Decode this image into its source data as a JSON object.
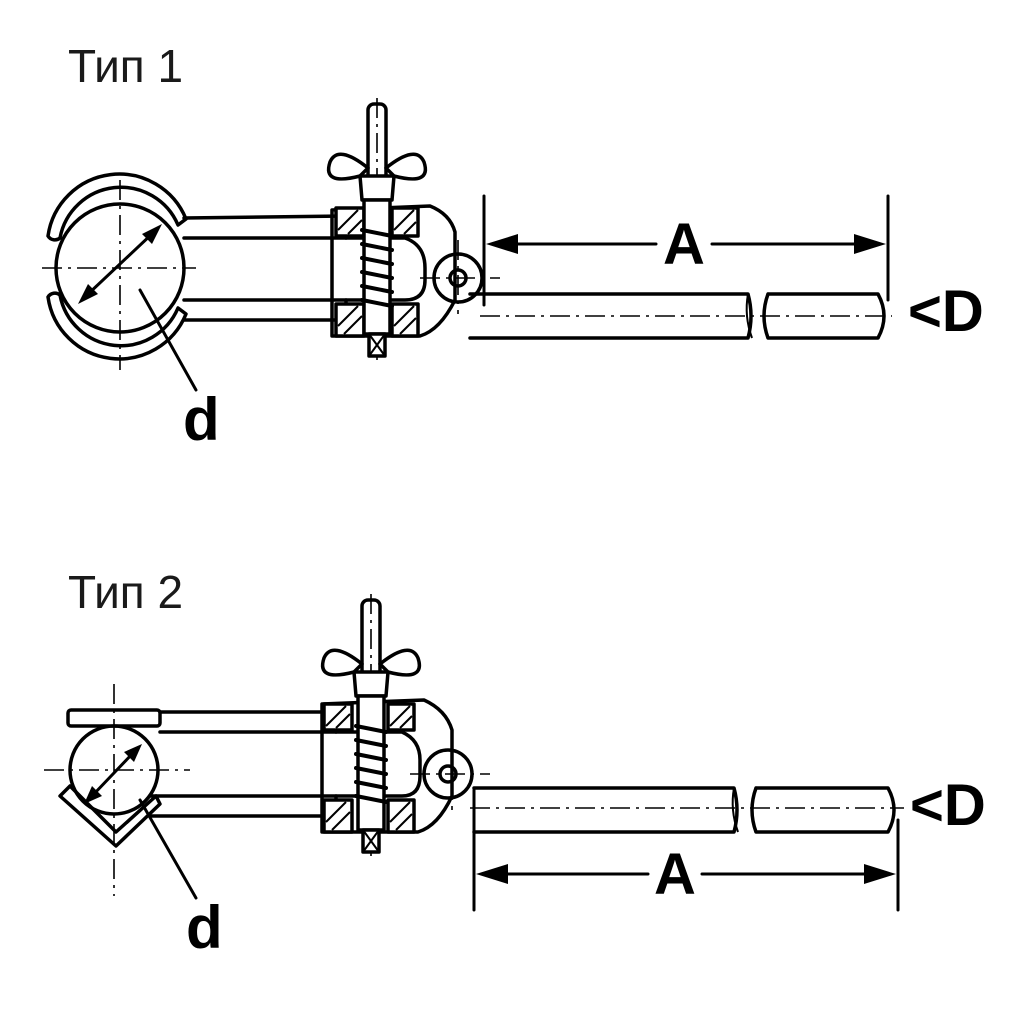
{
  "diagram": {
    "type1": {
      "title": "Тип 1",
      "label_d": "d",
      "label_a": "A",
      "label_d_max": "<D"
    },
    "type2": {
      "title": "Тип 2",
      "label_d": "d",
      "label_a": "A",
      "label_d_max": "<D"
    }
  }
}
